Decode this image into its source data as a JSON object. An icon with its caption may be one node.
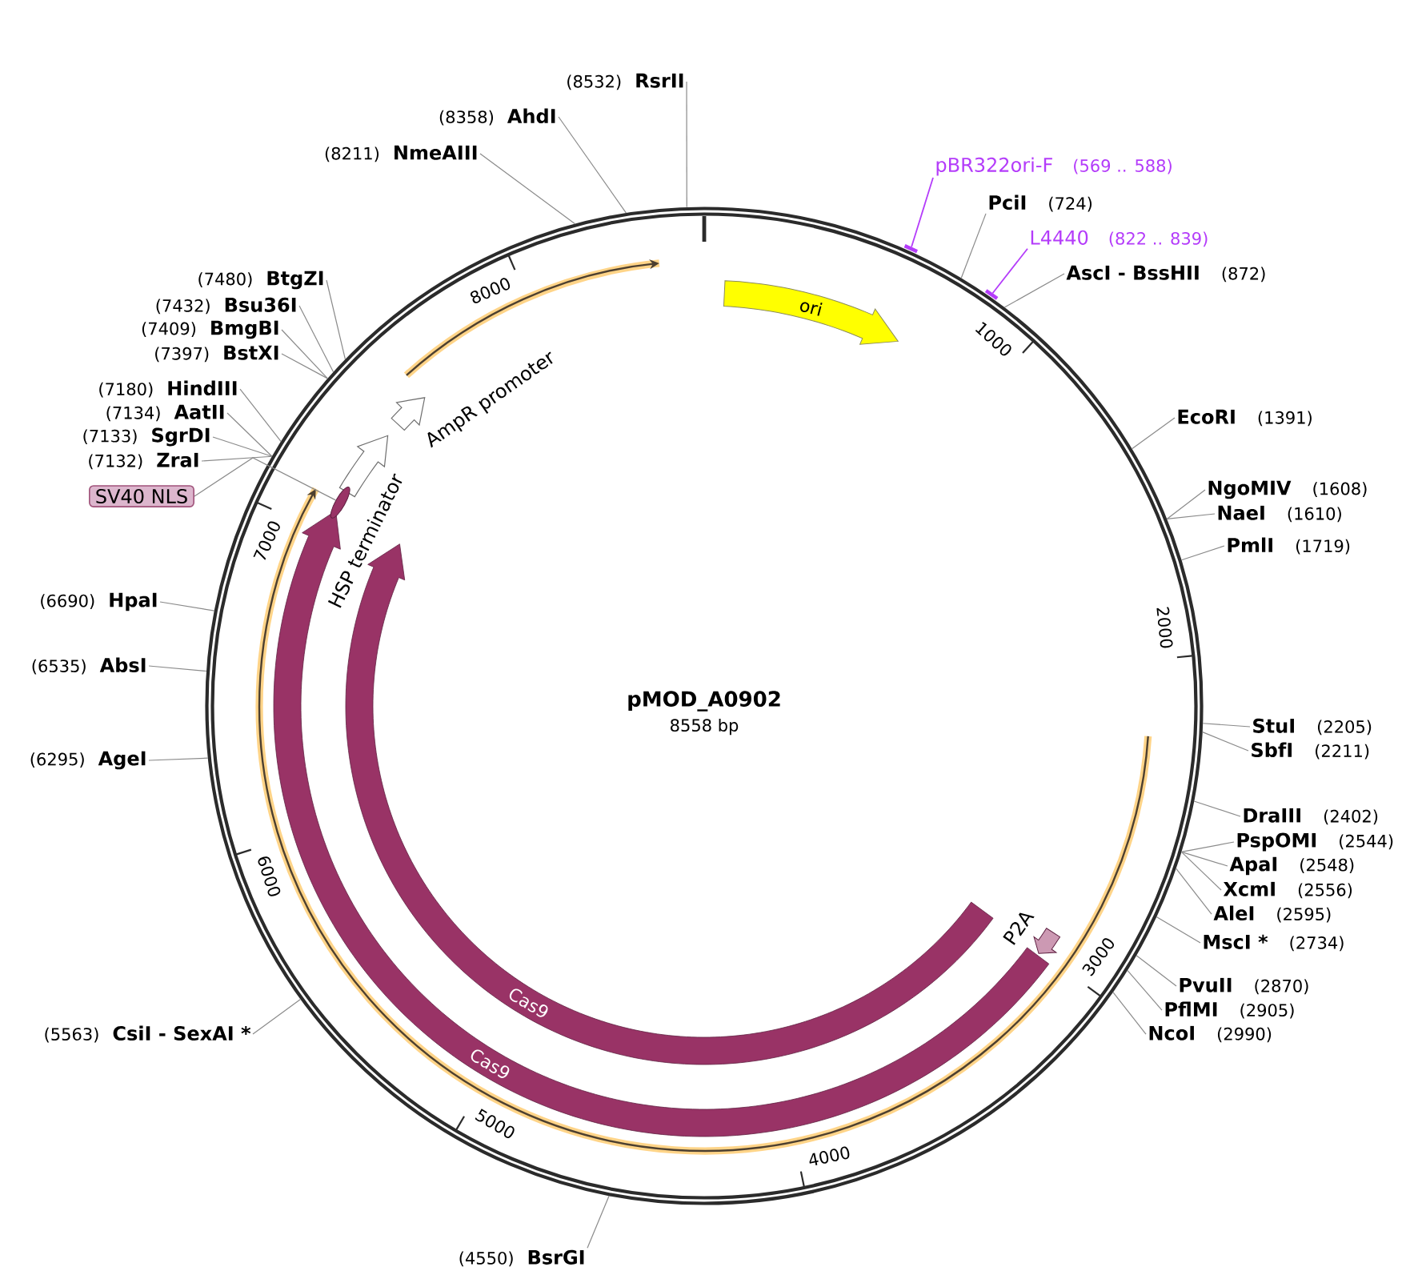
{
  "diagram": {
    "title": "pMOD_A0902",
    "nodes": [
      {
        "text": [],
        "shape": "circle"
      },
      {
        "text": [
          "(8532)",
          "RsrII"
        ]
      },
      {
        "text": [
          "(8358)",
          "AhdI"
        ]
      },
      {
        "text": [
          "(8211)",
          "NmeAIII"
        ]
      },
      {
        "text": [
          "pBR322ori-F",
          "(569 .. 588)"
        ]
      },
      {
        "text": [
          "PciI",
          "(724)"
        ]
      },
      {
        "text": [
          "L4440",
          "(822 .. 839)"
        ]
      },
      {
        "text": [],
        "shape": "bar"
      },
      {
        "text": [
          "AscI - BssHII",
          "(872)"
        ]
      },
      {
        "text": [
          "(7480)",
          "BtgZI"
        ]
      },
      {
        "text": [
          "ori"
        ],
        "in": 0
      },
      {
        "text": [],
        "shape": "bar"
      },
      {
        "text": [
          "(7432)",
          "Bsu36I"
        ]
      },
      {
        "text": [
          "(7409)",
          "BmgBI"
        ]
      },
      {
        "text": [
          "(7397)",
          "BstXI"
        ]
      },
      {
        "text": [
          "(7180)",
          "HindIII"
        ]
      },
      {
        "text": [],
        "shape": "arrow",
        "beside": [
          "AmpR promoter"
        ],
        "in": 0
      },
      {
        "text": [
          "(7134)",
          "AatII"
        ]
      },
      {
        "text": [
          "EcoRI",
          "(1391)"
        ]
      },
      {
        "text": [
          "(7133)",
          "SgrDI"
        ]
      },
      {
        "text": [
          "(7132)",
          "ZraI"
        ]
      },
      {
        "text": [],
        "shape": "arrow",
        "beside": [
          "HSP terminator"
        ],
        "in": 0
      },
      {
        "text": [
          "NgoMIV",
          "(1608)"
        ]
      },
      {
        "text": [
          "SV40 NLS"
        ]
      },
      {
        "text": [],
        "shape": "bar",
        "in": 0
      },
      {
        "text": [
          "Cas9"
        ],
        "in": 0
      },
      {
        "text": [
          "Cas9"
        ],
        "in": 0
      },
      {
        "text": [
          "NaeI",
          "(1610)"
        ]
      },
      {
        "text": [
          "PmlI",
          "(1719)"
        ]
      },
      {
        "text": [
          "(6690)",
          "HpaI"
        ]
      },
      {
        "text": [
          "(6535)",
          "AbsI"
        ]
      },
      {
        "text": [
          "StuI",
          "(2205)"
        ]
      },
      {
        "text": [
          "SbfI",
          "(2211)"
        ]
      },
      {
        "text": [
          "(6295)",
          "AgeI"
        ]
      },
      {
        "text": [
          "DraIII",
          "(2402)"
        ]
      },
      {
        "text": [
          "PspOMI",
          "(2544)"
        ]
      },
      {
        "text": [
          "ApaI",
          "(2548)"
        ]
      },
      {
        "text": [
          "XcmI",
          "(2556)"
        ]
      },
      {
        "text": [
          "AleI",
          "(2595)"
        ]
      },
      {
        "text": [],
        "shape": "arrow",
        "beside": [
          "P2A"
        ],
        "in": 0
      },
      {
        "text": [
          "MscI *",
          "(2734)"
        ]
      },
      {
        "text": [
          "PvuII",
          "(2870)"
        ]
      },
      {
        "text": [
          "PflMI",
          "(2905)"
        ]
      },
      {
        "text": [
          "NcoI",
          "(2990)"
        ]
      },
      {
        "text": [
          "(5563)",
          "CsiI - SexAI *"
        ]
      },
      {
        "text": [
          "(4550)",
          "BsrGI"
        ]
      }
    ],
    "edges": [
      {
        "from": 1,
        "to": 0,
        "arrow": "none"
      },
      {
        "from": 2,
        "to": 0,
        "arrow": "none"
      },
      {
        "from": 3,
        "to": 0,
        "arrow": "none"
      },
      {
        "from": 4,
        "to": 7,
        "arrow": "none",
        "color": "#b43cfa"
      },
      {
        "from": 5,
        "to": 0,
        "arrow": "none"
      },
      {
        "from": 6,
        "to": 11,
        "arrow": "none",
        "color": "#b43cfa"
      },
      {
        "from": 8,
        "to": 0,
        "arrow": "none"
      },
      {
        "from": 9,
        "to": 0,
        "arrow": "none"
      },
      {
        "from": 12,
        "to": 0,
        "arrow": "none"
      },
      {
        "from": 13,
        "to": 0,
        "arrow": "none"
      },
      {
        "from": 14,
        "to": 0,
        "arrow": "none"
      },
      {
        "from": 15,
        "to": 0,
        "arrow": "none"
      },
      {
        "from": 17,
        "to": 0,
        "arrow": "none"
      },
      {
        "from": 18,
        "to": 0,
        "arrow": "none"
      },
      {
        "from": 19,
        "to": 0,
        "arrow": "none"
      },
      {
        "from": 20,
        "to": 0,
        "arrow": "none"
      },
      {
        "from": 22,
        "to": 0,
        "arrow": "none"
      },
      {
        "from": 23,
        "to": 24,
        "arrow": "none"
      },
      {
        "from": 27,
        "to": 0,
        "arrow": "none"
      },
      {
        "from": 28,
        "to": 0,
        "arrow": "none"
      },
      {
        "from": 29,
        "to": 0,
        "arrow": "none"
      },
      {
        "from": 30,
        "to": 0,
        "arrow": "none"
      },
      {
        "from": 31,
        "to": 0,
        "arrow": "none"
      },
      {
        "from": 32,
        "to": 0,
        "arrow": "none"
      },
      {
        "from": 33,
        "to": 0,
        "arrow": "none"
      },
      {
        "from": 34,
        "to": 0,
        "arrow": "none"
      },
      {
        "from": 35,
        "to": 0,
        "arrow": "none"
      },
      {
        "from": 36,
        "to": 0,
        "arrow": "none"
      },
      {
        "from": 37,
        "to": 0,
        "arrow": "none"
      },
      {
        "from": 38,
        "to": 0,
        "arrow": "none"
      },
      {
        "from": 40,
        "to": 0,
        "arrow": "none"
      },
      {
        "from": 41,
        "to": 0,
        "arrow": "none"
      },
      {
        "from": 42,
        "to": 0,
        "arrow": "none"
      },
      {
        "from": 43,
        "to": 0,
        "arrow": "none"
      },
      {
        "from": 44,
        "to": 0,
        "arrow": "none"
      },
      {
        "from": 45,
        "to": 0,
        "arrow": "none"
      }
    ],
    "labels": [
      "8000",
      "1000",
      "7000",
      "2000",
      "8558 bp",
      "6000",
      "3000",
      "5000",
      "4000"
    ]
  }
}
